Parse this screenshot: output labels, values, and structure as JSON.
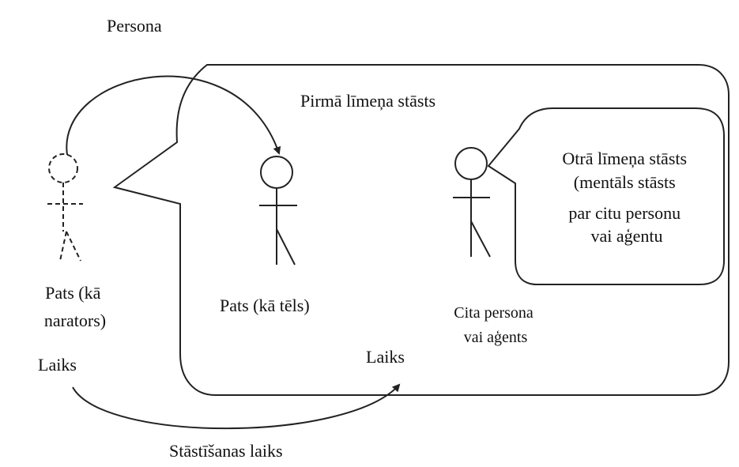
{
  "labels": {
    "persona": "Persona",
    "first_level_story": "Pirmā līmeņa stāsts",
    "second_level_story": [
      "Otrā līmeņa stāsts",
      "(mentāls stāsts",
      "par citu personu",
      "vai aģentu"
    ],
    "self_narrator": [
      "Pats (kā",
      "narators)"
    ],
    "self_character": "Pats (kā tēls)",
    "other_person": [
      "Cita persona",
      "vai aģents"
    ],
    "time_left": "Laiks",
    "time_right": "Laiks",
    "narrating_time": "Stāstīšanas laiks"
  },
  "figures": {
    "narrator": {
      "name": "self-as-narrator",
      "line_style": "dashed"
    },
    "character": {
      "name": "self-as-character",
      "line_style": "solid"
    },
    "other": {
      "name": "other-person-or-agent",
      "line_style": "solid"
    }
  },
  "colors": {
    "line": "#222222",
    "text": "#111111",
    "background": "#ffffff"
  }
}
